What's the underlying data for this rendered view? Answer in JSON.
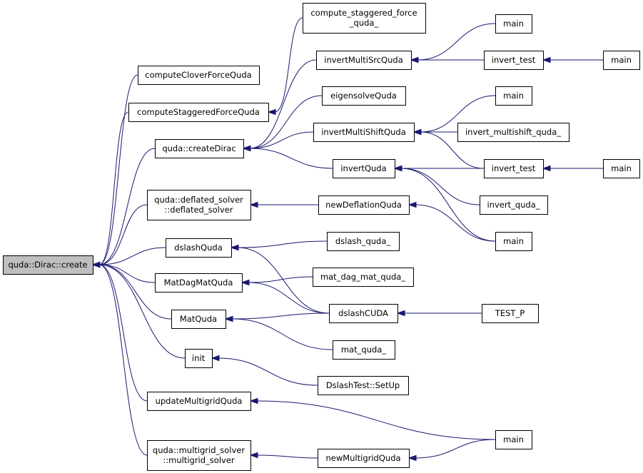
{
  "graph": {
    "colors": {
      "edge": "#191970",
      "node_border": "#000000",
      "root_fill": "#bfbfbf",
      "node_fill": "#ffffff"
    },
    "nodes": [
      {
        "id": "create",
        "lines": [
          "quda::Dirac::create"
        ],
        "root": true
      },
      {
        "id": "computeClover",
        "lines": [
          "computeCloverForceQuda"
        ]
      },
      {
        "id": "computeStag",
        "lines": [
          "computeStaggeredForceQuda"
        ]
      },
      {
        "id": "createDirac",
        "lines": [
          "quda::createDirac"
        ]
      },
      {
        "id": "deflated",
        "lines": [
          "quda::deflated_solver",
          "::deflated_solver"
        ]
      },
      {
        "id": "dslashQuda",
        "lines": [
          "dslashQuda"
        ]
      },
      {
        "id": "matDagMat",
        "lines": [
          "MatDagMatQuda"
        ]
      },
      {
        "id": "matQuda",
        "lines": [
          "MatQuda"
        ]
      },
      {
        "id": "init",
        "lines": [
          "init"
        ]
      },
      {
        "id": "updateMG",
        "lines": [
          "updateMultigridQuda"
        ]
      },
      {
        "id": "mgSolver",
        "lines": [
          "quda::multigrid_solver",
          "::multigrid_solver"
        ]
      },
      {
        "id": "csfq",
        "lines": [
          "compute_staggered_force",
          "_quda_"
        ]
      },
      {
        "id": "invMultiSrc",
        "lines": [
          "invertMultiSrcQuda"
        ]
      },
      {
        "id": "eigensolve",
        "lines": [
          "eigensolveQuda"
        ]
      },
      {
        "id": "invMultiShift",
        "lines": [
          "invertMultiShiftQuda"
        ]
      },
      {
        "id": "invertQuda",
        "lines": [
          "invertQuda"
        ]
      },
      {
        "id": "newDefl",
        "lines": [
          "newDeflationQuda"
        ]
      },
      {
        "id": "dslashQ_",
        "lines": [
          "dslash_quda_"
        ]
      },
      {
        "id": "mdmq_",
        "lines": [
          "mat_dag_mat_quda_"
        ]
      },
      {
        "id": "dslashCUDA",
        "lines": [
          "dslashCUDA"
        ]
      },
      {
        "id": "matq_",
        "lines": [
          "mat_quda_"
        ]
      },
      {
        "id": "dslashSetUp",
        "lines": [
          "DslashTest::SetUp"
        ]
      },
      {
        "id": "newMG",
        "lines": [
          "newMultigridQuda"
        ]
      },
      {
        "id": "main1",
        "lines": [
          "main"
        ]
      },
      {
        "id": "invTest1",
        "lines": [
          "invert_test"
        ]
      },
      {
        "id": "main2",
        "lines": [
          "main"
        ]
      },
      {
        "id": "invMsq",
        "lines": [
          "invert_multishift_quda_"
        ]
      },
      {
        "id": "invTest2",
        "lines": [
          "invert_test"
        ]
      },
      {
        "id": "invq_",
        "lines": [
          "invert_quda_"
        ]
      },
      {
        "id": "main4",
        "lines": [
          "main"
        ]
      },
      {
        "id": "testP",
        "lines": [
          "TEST_P"
        ]
      },
      {
        "id": "main5",
        "lines": [
          "main"
        ]
      },
      {
        "id": "mainR1",
        "lines": [
          "main"
        ]
      },
      {
        "id": "mainR2",
        "lines": [
          "main"
        ]
      }
    ],
    "edges": [
      {
        "from": "computeClover",
        "to": "create"
      },
      {
        "from": "computeStag",
        "to": "create"
      },
      {
        "from": "createDirac",
        "to": "create"
      },
      {
        "from": "deflated",
        "to": "create"
      },
      {
        "from": "dslashQuda",
        "to": "create"
      },
      {
        "from": "matDagMat",
        "to": "create"
      },
      {
        "from": "matQuda",
        "to": "create"
      },
      {
        "from": "init",
        "to": "create"
      },
      {
        "from": "updateMG",
        "to": "create"
      },
      {
        "from": "mgSolver",
        "to": "create"
      },
      {
        "from": "csfq",
        "to": "computeStag"
      },
      {
        "from": "invMultiSrc",
        "to": "createDirac"
      },
      {
        "from": "eigensolve",
        "to": "createDirac"
      },
      {
        "from": "invMultiShift",
        "to": "createDirac"
      },
      {
        "from": "invertQuda",
        "to": "createDirac"
      },
      {
        "from": "newDefl",
        "to": "deflated"
      },
      {
        "from": "dslashQ_",
        "to": "dslashQuda"
      },
      {
        "from": "dslashCUDA",
        "to": "dslashQuda"
      },
      {
        "from": "mdmq_",
        "to": "matDagMat"
      },
      {
        "from": "dslashCUDA",
        "to": "matDagMat"
      },
      {
        "from": "dslashCUDA",
        "to": "matQuda"
      },
      {
        "from": "matq_",
        "to": "matQuda"
      },
      {
        "from": "dslashSetUp",
        "to": "init"
      },
      {
        "from": "main5",
        "to": "updateMG"
      },
      {
        "from": "newMG",
        "to": "mgSolver"
      },
      {
        "from": "main1",
        "to": "invMultiSrc"
      },
      {
        "from": "invTest1",
        "to": "invMultiSrc"
      },
      {
        "from": "main2",
        "to": "invMultiShift"
      },
      {
        "from": "invMsq",
        "to": "invMultiShift"
      },
      {
        "from": "invTest2",
        "to": "invMultiShift"
      },
      {
        "from": "invTest2",
        "to": "invertQuda"
      },
      {
        "from": "invq_",
        "to": "invertQuda"
      },
      {
        "from": "main4",
        "to": "invertQuda"
      },
      {
        "from": "main4",
        "to": "newDefl"
      },
      {
        "from": "testP",
        "to": "dslashCUDA"
      },
      {
        "from": "main5",
        "to": "newMG"
      },
      {
        "from": "mainR1",
        "to": "invTest1"
      },
      {
        "from": "mainR2",
        "to": "invTest2"
      }
    ]
  }
}
